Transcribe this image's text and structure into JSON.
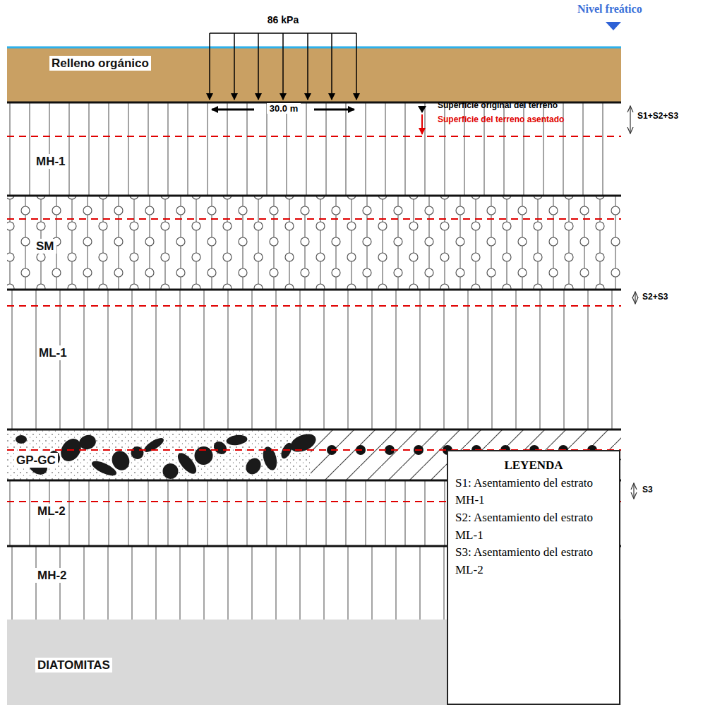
{
  "diagram": {
    "nodes": [
      {
        "text": [
          "Relleno orgánico"
        ]
      },
      {
        "text": [
          "MH-1"
        ]
      },
      {
        "text": [
          "SM"
        ]
      },
      {
        "text": [
          "ML-1"
        ]
      },
      {
        "text": [
          "GP-GC"
        ]
      },
      {
        "text": [
          "ML-2"
        ]
      },
      {
        "text": [
          "MH-2"
        ]
      },
      {
        "text": [
          "DIATOMITAS"
        ]
      },
      {
        "text": [
          "LEYENDA",
          "S1: Asentamiento del estrato MH-1",
          "S2: Asentamiento del estrato ML-1",
          "S3: Asentamiento del estrato ML-2"
        ]
      }
    ],
    "labels": [
      "Nivel freático",
      "86 kPa",
      "30.0 m",
      "Superficie original del terreno",
      "Superficie del terreno asentado",
      "S1+S2+S3",
      "S2+S3",
      "S3"
    ]
  }
}
